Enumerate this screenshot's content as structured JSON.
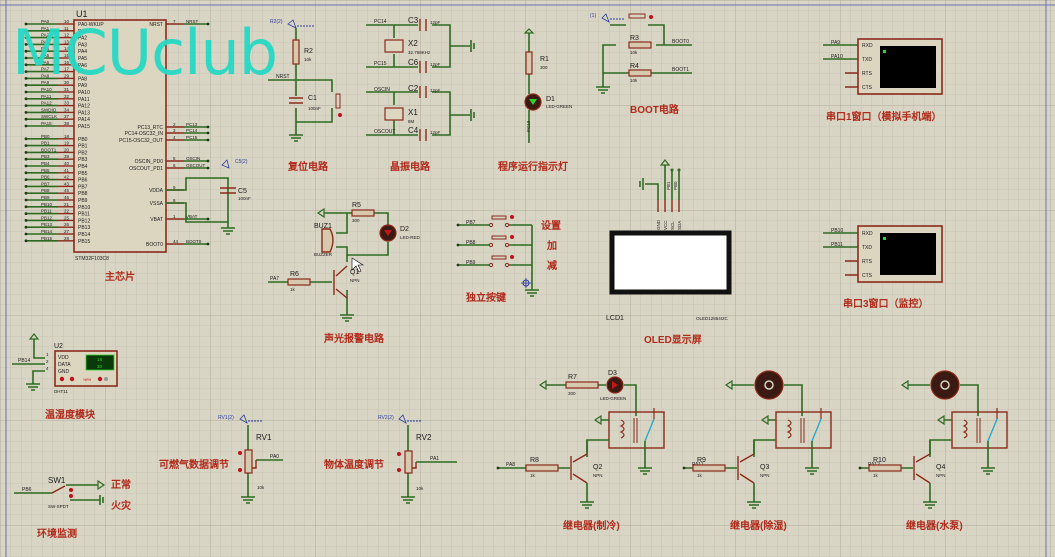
{
  "watermark": "MCUclub",
  "mcu": {
    "ref": "U1",
    "part": "STM32F103C8",
    "section_label": "主芯片",
    "left_pins": [
      {
        "net": "PA0",
        "num": "10",
        "name": "PA0-WKUP"
      },
      {
        "net": "PA1",
        "num": "11",
        "name": "PA1"
      },
      {
        "net": "PA2",
        "num": "12",
        "name": "PA2"
      },
      {
        "net": "PA3",
        "num": "13",
        "name": "PA3"
      },
      {
        "net": "PA4",
        "num": "14",
        "name": "PA4"
      },
      {
        "net": "PA5",
        "num": "15",
        "name": "PA5"
      },
      {
        "net": "PA6",
        "num": "16",
        "name": "PA6"
      },
      {
        "net": "PA7",
        "num": "17",
        "name": "PA7"
      },
      {
        "net": "PA8",
        "num": "29",
        "name": "PA8"
      },
      {
        "net": "PA9",
        "num": "30",
        "name": "PA9"
      },
      {
        "net": "PA10",
        "num": "31",
        "name": "PA10"
      },
      {
        "net": "PA11",
        "num": "32",
        "name": "PA11"
      },
      {
        "net": "PA12",
        "num": "33",
        "name": "PA12"
      },
      {
        "net": "SWDIO",
        "num": "34",
        "name": "PA13"
      },
      {
        "net": "SWCLK",
        "num": "37",
        "name": "PA14"
      },
      {
        "net": "PA15",
        "num": "38",
        "name": "PA15"
      },
      {
        "net": "PB0",
        "num": "18",
        "name": "PB0"
      },
      {
        "net": "PB1",
        "num": "19",
        "name": "PB1"
      },
      {
        "net": "BOOT1",
        "num": "20",
        "name": "PB2"
      },
      {
        "net": "PB3",
        "num": "39",
        "name": "PB3"
      },
      {
        "net": "PB4",
        "num": "40",
        "name": "PB4"
      },
      {
        "net": "PB5",
        "num": "41",
        "name": "PB5"
      },
      {
        "net": "PB6",
        "num": "42",
        "name": "PB6"
      },
      {
        "net": "PB7",
        "num": "43",
        "name": "PB7"
      },
      {
        "net": "PB8",
        "num": "45",
        "name": "PB8"
      },
      {
        "net": "PB9",
        "num": "46",
        "name": "PB9"
      },
      {
        "net": "PB10",
        "num": "21",
        "name": "PB10"
      },
      {
        "net": "PB11",
        "num": "22",
        "name": "PB11"
      },
      {
        "net": "PB12",
        "num": "25",
        "name": "PB12"
      },
      {
        "net": "PB13",
        "num": "26",
        "name": "PB13"
      },
      {
        "net": "PB14",
        "num": "27",
        "name": "PB14"
      },
      {
        "net": "PB15",
        "num": "28",
        "name": "PB15"
      }
    ],
    "right_pins": [
      {
        "net": "NRST",
        "num": "7",
        "name": "NRST"
      },
      {
        "net": "PC13",
        "num": "2",
        "name": "PC13_RTC"
      },
      {
        "net": "PC14",
        "num": "3",
        "name": "PC14-OSC32_IN"
      },
      {
        "net": "PC15",
        "num": "4",
        "name": "PC15-OSC32_OUT"
      },
      {
        "net": "OSCIN",
        "num": "5",
        "name": "OSCIN_PD0"
      },
      {
        "net": "OSCOUT",
        "num": "6",
        "name": "OSCOUT_PD1"
      },
      {
        "net": "",
        "num": "9",
        "name": "VDDA"
      },
      {
        "net": "",
        "num": "8",
        "name": "VSSA"
      },
      {
        "net": "VBAT",
        "num": "1",
        "name": "VBAT"
      },
      {
        "net": "BOOT0",
        "num": "44",
        "name": "BOOT0"
      }
    ],
    "c5": {
      "ref": "C5",
      "value": "100nF",
      "probe": "C5(2)"
    }
  },
  "reset": {
    "section_label": "复位电路",
    "r_ref": "R2",
    "r_value": "10k",
    "c_ref": "C1",
    "c_value": "100nF",
    "net": "NRST",
    "probe": "R2(2)"
  },
  "crystal": {
    "section_label": "晶振电路",
    "x2": {
      "ref": "X2",
      "value": "32.768KHz",
      "net_a": "PC14",
      "net_b": "PC15",
      "ca": "C3",
      "cb": "C6",
      "cap_value": "12pF"
    },
    "x1": {
      "ref": "X1",
      "value": "8M",
      "net_a": "OSCIN",
      "net_b": "OSCOUT",
      "ca": "C2",
      "cb": "C4",
      "cap_value": "12pF"
    }
  },
  "led_indicator": {
    "section_label": "程序运行指示灯",
    "r_ref": "R1",
    "r_value": "300",
    "d_ref": "D1",
    "d_value": "LED-GREEN",
    "net": "PC13"
  },
  "boot": {
    "section_label": "BOOT电路",
    "probe": "(1)",
    "r3": "R3",
    "r4": "R4",
    "r_value": "10k",
    "net0": "BOOT0",
    "net1": "BOOT1"
  },
  "uart1": {
    "section_label": "串口1窗口（模拟手机端）",
    "pins": [
      "RXD",
      "TXD",
      "RTS",
      "CTS"
    ],
    "net_rx": "PA9",
    "net_tx": "PA10"
  },
  "uart3": {
    "section_label": "串口3窗口（监控）",
    "pins": [
      "RXD",
      "TXD",
      "RTS",
      "CTS"
    ],
    "net_rx": "PB10",
    "net_tx": "PB11"
  },
  "alarm": {
    "section_label": "声光报警电路",
    "buz_ref": "BUZ1",
    "buz_value": "BUZZER",
    "r5": "R5",
    "r5_value": "300",
    "d2": "D2",
    "d2_value": "LED-RED",
    "r6": "R6",
    "r6_value": "1k",
    "q1": "Q1",
    "q_value": "NPN",
    "net": "PA7"
  },
  "keys": {
    "section_label": "独立按键",
    "items": [
      {
        "net": "PB7",
        "label": "设置"
      },
      {
        "net": "PB8",
        "label": "加"
      },
      {
        "net": "PB9",
        "label": "减"
      }
    ]
  },
  "oled": {
    "section_label": "OLED显示屏",
    "ref": "LCD1",
    "part": "OLED12864I2C",
    "pins": [
      "GND",
      "VCC",
      "SCL",
      "SDA"
    ],
    "nets": [
      "PB1",
      "PB0"
    ]
  },
  "dht": {
    "section_label": "温湿度模块",
    "ref": "U2",
    "part": "DHT11",
    "pins": [
      "VDD",
      "DATA",
      "GND"
    ],
    "pin_nums": [
      "1",
      "2",
      "4"
    ],
    "net": "PB14",
    "temp": "18",
    "hum": "30",
    "unit": "%RH"
  },
  "env": {
    "section_label": "环境监测",
    "ref": "SW1",
    "part": "SW-SPDT",
    "net": "PB6",
    "opt_normal": "正常",
    "opt_fire": "火灾"
  },
  "gas": {
    "section_label": "可燃气数据调节",
    "ref": "RV1",
    "value": "10k",
    "net": "PA0",
    "probe": "RV1(2)"
  },
  "temp": {
    "section_label": "物体温度调节",
    "ref": "RV2",
    "value": "10k",
    "net": "PA1",
    "probe": "RV2(2)"
  },
  "relays": [
    {
      "section_label": "继电器(制冷)",
      "r_ref": "R8",
      "r_value": "1k",
      "q_ref": "Q2",
      "q_value": "NPN",
      "net": "PA8",
      "load": "D3",
      "load_value": "LED-GREEN",
      "load_r": "R7",
      "load_r_value": "300"
    },
    {
      "section_label": "继电器(除湿)",
      "r_ref": "R9",
      "r_value": "1k",
      "q_ref": "Q3",
      "q_value": "NPN",
      "net": "PA11"
    },
    {
      "section_label": "继电器(水泵)",
      "r_ref": "R10",
      "r_value": "1k",
      "q_ref": "Q4",
      "q_value": "NPN",
      "net": "PA12"
    }
  ]
}
